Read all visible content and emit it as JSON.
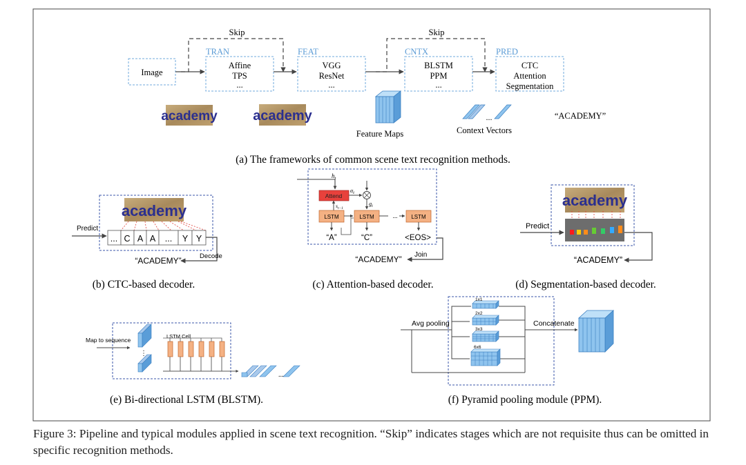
{
  "pipeline": {
    "skip_label": "Skip",
    "stages": {
      "tran": "TRAN",
      "feat": "FEAT",
      "cntx": "CNTX",
      "pred": "PRED"
    },
    "boxes": {
      "image": "Image",
      "tran": [
        "Affine",
        "TPS",
        "..."
      ],
      "feat": [
        "VGG",
        "ResNet",
        "..."
      ],
      "cntx": [
        "BLSTM",
        "PPM",
        "..."
      ],
      "pred": [
        "CTC",
        "Attention",
        "Segmentation"
      ]
    },
    "sample_word": "academy",
    "feature_maps_label": "Feature Maps",
    "context_vectors_label": "Context Vectors",
    "context_dots": "...",
    "result_label": "“ACADEMY”",
    "caption": "(a) The frameworks of common scene text recognition methods."
  },
  "ctc": {
    "predict_label": "Predict",
    "sequence": [
      "...",
      "C",
      "A",
      "A",
      "...",
      "Y",
      "Y"
    ],
    "result_label": "“ACADEMY”",
    "decode_label": "Decode",
    "caption": "(b) CTC-based decoder."
  },
  "attention": {
    "h_label": "h",
    "h_sub": "t",
    "attend_label": "Attend",
    "alpha_label": "α",
    "alpha_sub": "t",
    "g_label": "g",
    "g_sub": "t",
    "s_label": "s",
    "s_sub": "t−1",
    "lstm_label": "LSTM",
    "outputs": [
      "“A”",
      "“C”",
      "<EOS>"
    ],
    "dots": "...",
    "result_label": "“ACADEMY”",
    "join_label": "Join",
    "caption": "(c) Attention-based decoder."
  },
  "segmentation": {
    "predict_label": "Predict",
    "result_label": "“ACADEMY”",
    "caption": "(d) Segmentation-based decoder."
  },
  "blstm": {
    "map_label": "Map to sequence",
    "cell_label": "LSTM Cell",
    "dots": "...",
    "caption": "(e) Bi-directional LSTM (BLSTM)."
  },
  "ppm": {
    "pool_label": "Avg pooling",
    "scales": [
      "1x1",
      "2x2",
      "3x3",
      "6x6"
    ],
    "concat_label": "Concatenate",
    "caption": "(f) Pyramid pooling module (PPM)."
  },
  "figure_caption": "Figure 3: Pipeline and typical modules applied in scene text recognition. “Skip” indicates stages which are not requisite thus can be omitted in specific recognition methods.",
  "colors": {
    "accent_blue": "#5b9bd5",
    "dashed_box": "#6fa8dc",
    "attend_red": "#e8413c",
    "lstm_orange": "#f4b183",
    "cube_blue": "#8fc4ee",
    "word_navy": "#2b2f8f",
    "word_bg": "#b0956a"
  }
}
